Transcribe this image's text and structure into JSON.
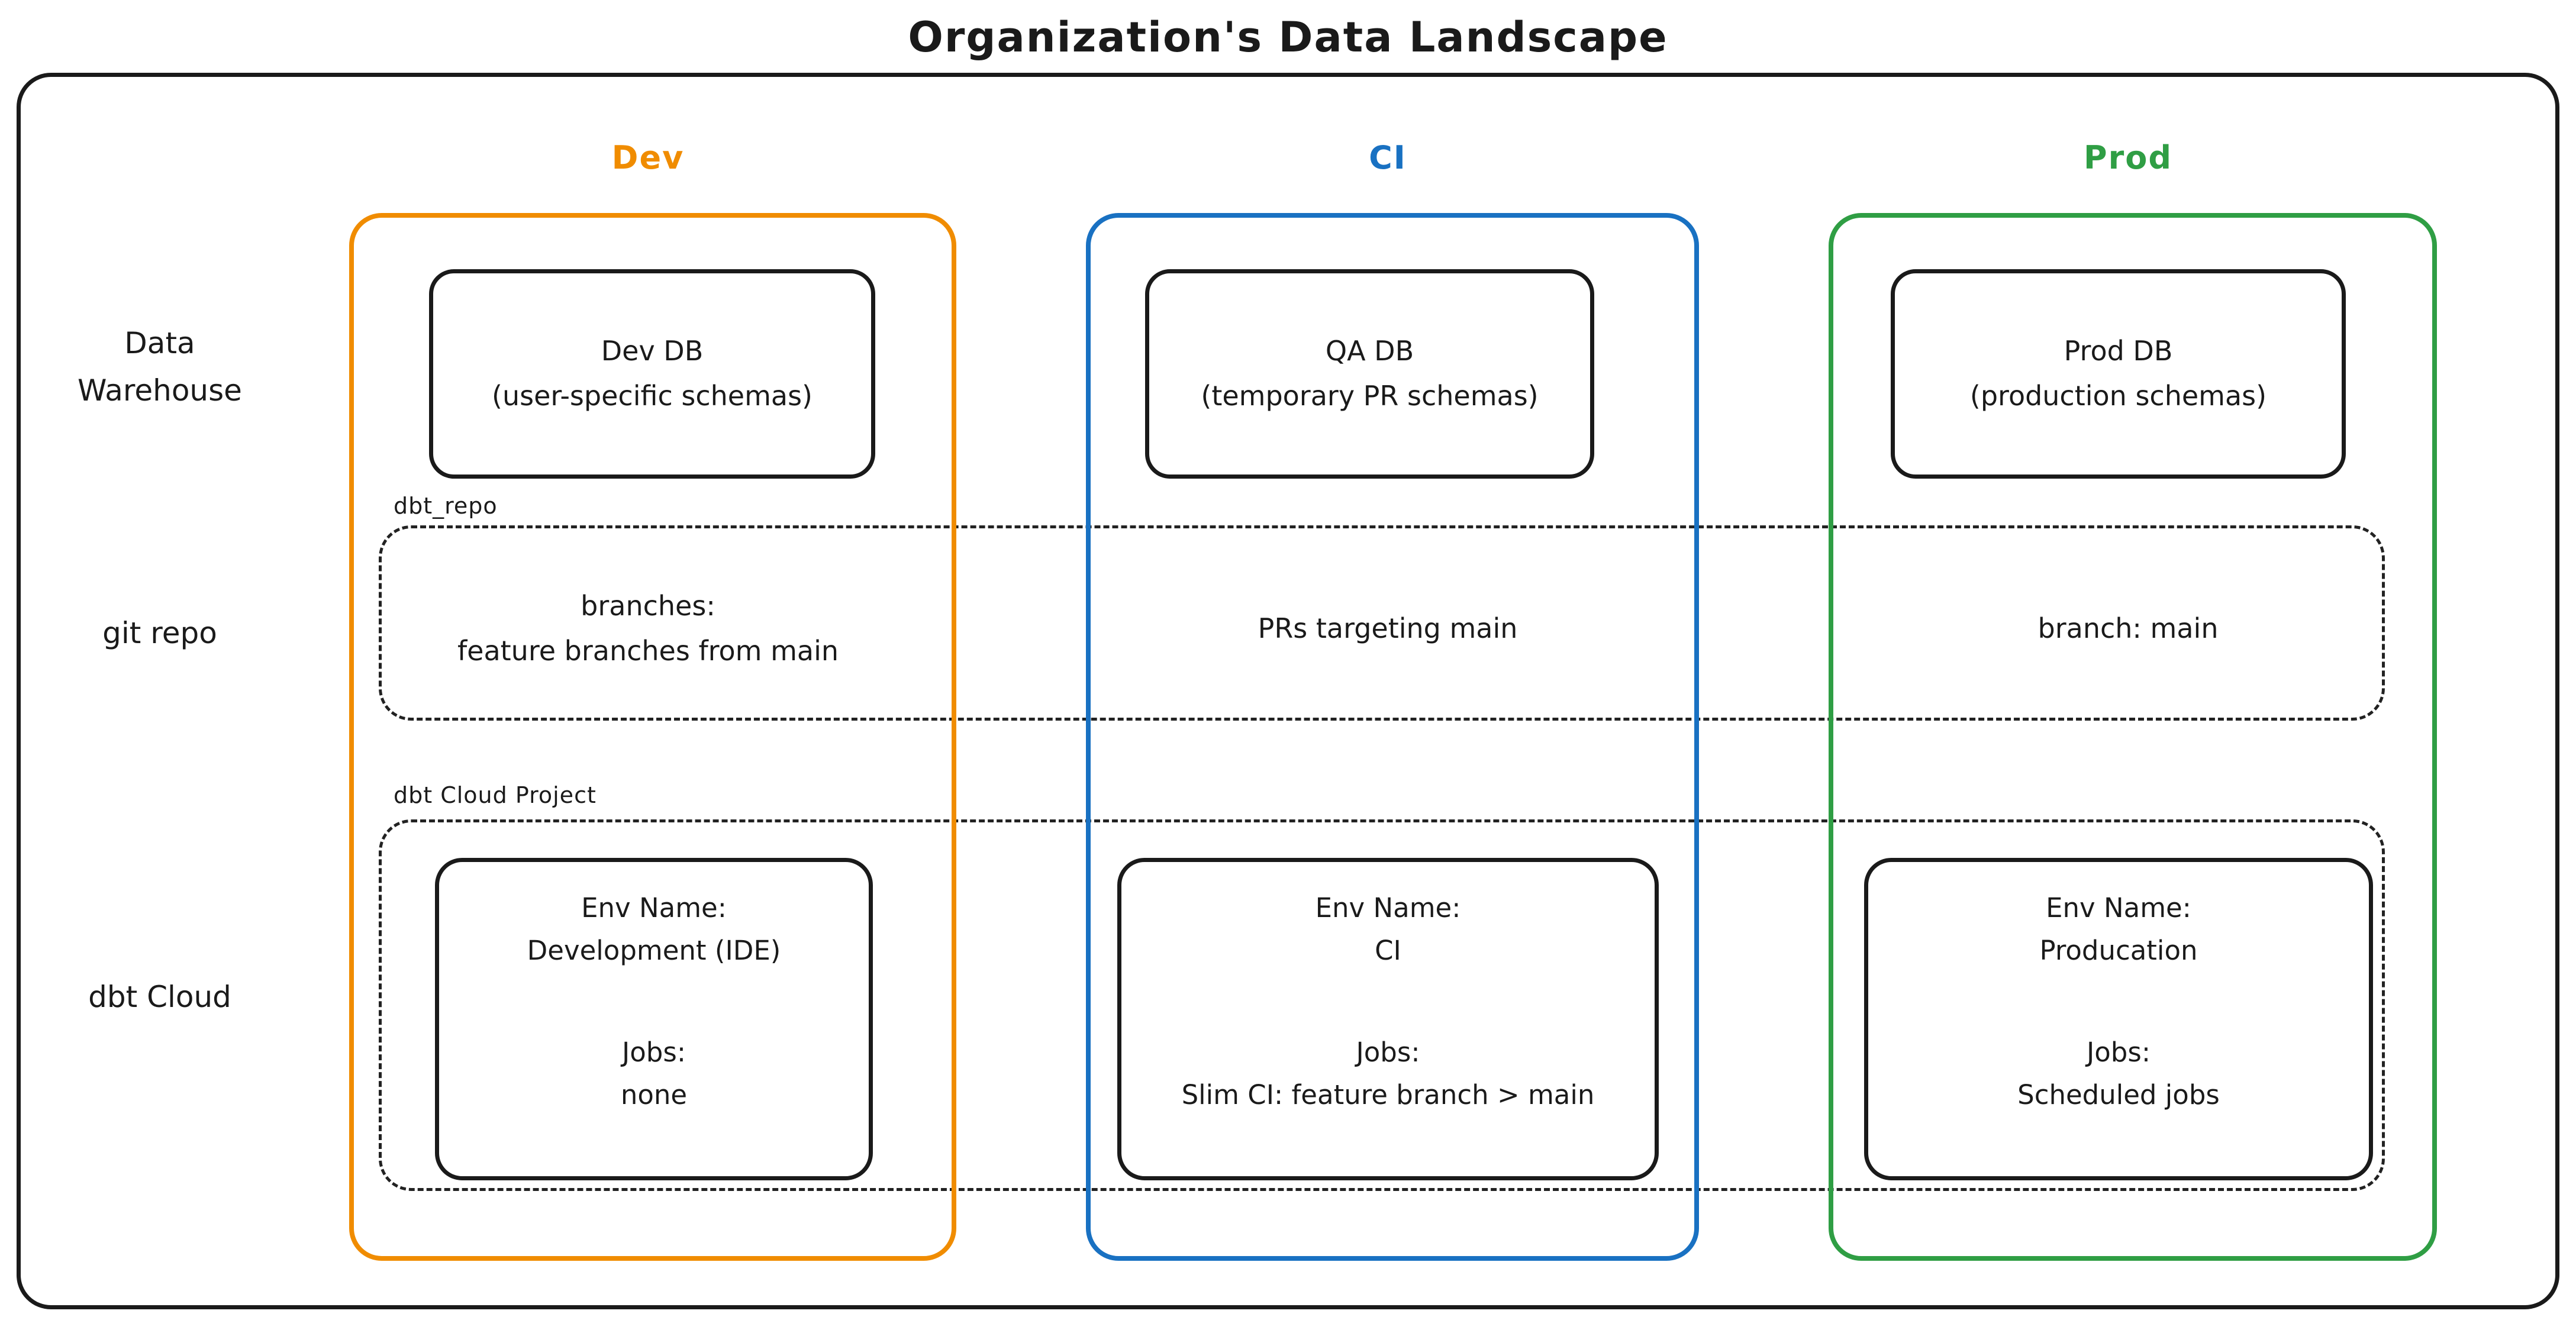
{
  "title": "Organization's Data Landscape",
  "colors": {
    "dev": "#F08C00",
    "ci": "#1971C2",
    "prod": "#2F9E44",
    "ink": "#1A1A1A"
  },
  "rows": {
    "warehouse": {
      "line1": "Data",
      "line2": "Warehouse"
    },
    "git": {
      "label": "git repo"
    },
    "cloud": {
      "label": "dbt Cloud"
    }
  },
  "overlays": {
    "repo_label": "dbt_repo",
    "project_label": "dbt Cloud Project"
  },
  "columns": [
    {
      "header": "Dev",
      "db": {
        "line1": "Dev DB",
        "line2": "(user-specific schemas)"
      },
      "git": {
        "line1": "branches:",
        "line2": "feature branches from main"
      },
      "cloud": {
        "env_label": "Env Name:",
        "env_name": "Development (IDE)",
        "jobs_label": "Jobs:",
        "jobs_value": "none"
      }
    },
    {
      "header": "CI",
      "db": {
        "line1": "QA DB",
        "line2": "(temporary PR schemas)"
      },
      "git": {
        "line1": "PRs targeting main"
      },
      "cloud": {
        "env_label": "Env Name:",
        "env_name": "CI",
        "jobs_label": "Jobs:",
        "jobs_value": "Slim CI: feature branch > main"
      }
    },
    {
      "header": "Prod",
      "db": {
        "line1": "Prod DB",
        "line2": "(production schemas)"
      },
      "git": {
        "line1": "branch: main"
      },
      "cloud": {
        "env_label": "Env Name:",
        "env_name": "Producation",
        "jobs_label": "Jobs:",
        "jobs_value": "Scheduled jobs"
      }
    }
  ]
}
